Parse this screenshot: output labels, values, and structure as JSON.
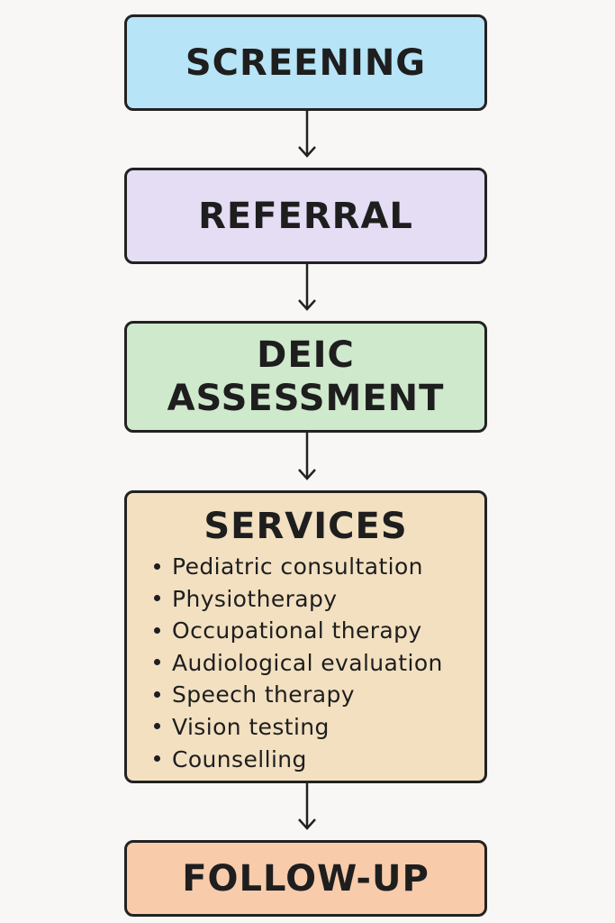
{
  "steps": {
    "screening": {
      "label": "SCREENING",
      "color": "#b7e4f6"
    },
    "referral": {
      "label": "REFERRAL",
      "color": "#e4ddf4"
    },
    "assessment": {
      "line1": "DEIC",
      "line2": "ASSESSMENT",
      "color": "#cfe9cd"
    },
    "services": {
      "title": "SERVICES",
      "color": "#f2e0c1",
      "items": [
        "Pediatric consultation",
        "Physiotherapy",
        "Occupational therapy",
        "Audiological evaluation",
        "Speech therapy",
        "Vision testing",
        "Counselling"
      ]
    },
    "followup": {
      "label": "FOLLOW-UP",
      "color": "#f8cbab"
    }
  }
}
